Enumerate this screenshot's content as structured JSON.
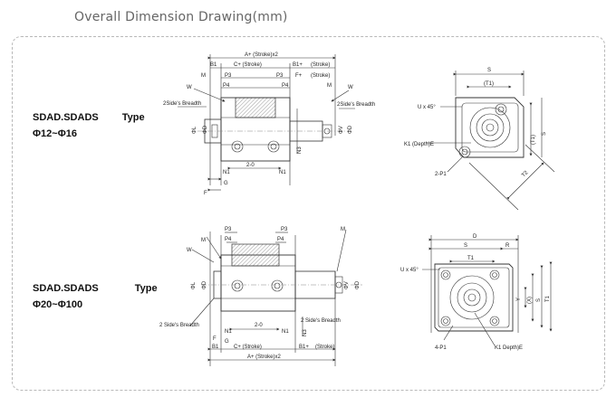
{
  "title": "Overall Dimension Drawing(mm)",
  "types": [
    {
      "model": "SDAD.SDADS",
      "type": "Type",
      "range": "Φ12~Φ16"
    },
    {
      "model": "SDAD.SDADS",
      "type": "Type",
      "range": "Φ20~Φ100"
    }
  ],
  "top_side": {
    "a_stroke": "A+    (Stroke)x2",
    "b1": "B1",
    "c_stroke": "C+    (Stroke)",
    "b1_stroke": "B1+",
    "stroke": "(Stroke)",
    "p3": "P3",
    "p4": "P4",
    "p3b": "P3",
    "p4b": "P4",
    "f_stroke": "F+",
    "stroke2": "(Stroke)",
    "m": "M",
    "mb": "M",
    "w": "W",
    "wb": "W",
    "side_left": "2Side's Breadth",
    "side_right": "2Side's Breadth",
    "phi_l": "ΦL",
    "phi_d": "ΦD",
    "phi_db": "ΦD",
    "phi_v": "ΦV",
    "n1": "N1",
    "n1b": "N1",
    "n3": "N3",
    "two_o": "2-0",
    "g": "G",
    "f": "F"
  },
  "top_front": {
    "s": "S",
    "t1": "(T1)",
    "u": "U x 45°",
    "t1v": "(T1)",
    "sv": "S",
    "k1": "K1  (Depth)E",
    "p1": "2-P1",
    "t2": "T2"
  },
  "bottom_side": {
    "p3": "P3",
    "p4": "P4",
    "p3b": "P3",
    "p4b": "P4",
    "m": "M",
    "mb": "M",
    "w": "W",
    "phi_l": "ΦL",
    "phi_d": "ΦD",
    "phi_db": "ΦD",
    "phi_v": "ΦV",
    "side_left": "2 Side's Breadth",
    "side_right": "2 Side's Breadth",
    "n1": "N1",
    "n1b": "N1",
    "two_o": "2-0",
    "f": "F",
    "g": "G",
    "n3": "N3",
    "b1": "B1",
    "c_stroke": "C+    (Stroke)",
    "b1_stroke": "B1+",
    "stroke": "(Stroke)",
    "a_stroke": "A+    (Stroke)x2"
  },
  "bottom_front": {
    "d": "D",
    "s": "S",
    "r": "R",
    "t1": "T1",
    "u": "U x 45°",
    "y": "Y",
    "x": "(X)",
    "sv": "S",
    "t1v": "T1",
    "p1": "4-P1",
    "k1": "K1    Depth)E"
  }
}
